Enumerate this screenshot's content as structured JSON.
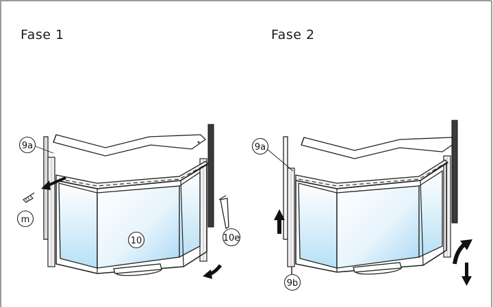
{
  "panels": {
    "left": {
      "title": "Fase 1"
    },
    "right": {
      "title": "Fase 2"
    }
  },
  "callouts": {
    "left_9a": "9a",
    "left_m": "m",
    "left_10": "10",
    "left_10e": "10e",
    "right_9a": "9a",
    "right_9b": "9b"
  },
  "colors": {
    "border": "#9a9a9a",
    "glass_light": "#eef7fd",
    "glass_dark": "#b9dff6",
    "frame_line": "#222222",
    "frame_fill": "#f6f6f6",
    "rail": "#2b2b2b"
  },
  "icons": [
    "screw-icon",
    "hex-key-icon",
    "curved-arrow-icon",
    "arrow-up-icon",
    "arrow-down-icon"
  ]
}
